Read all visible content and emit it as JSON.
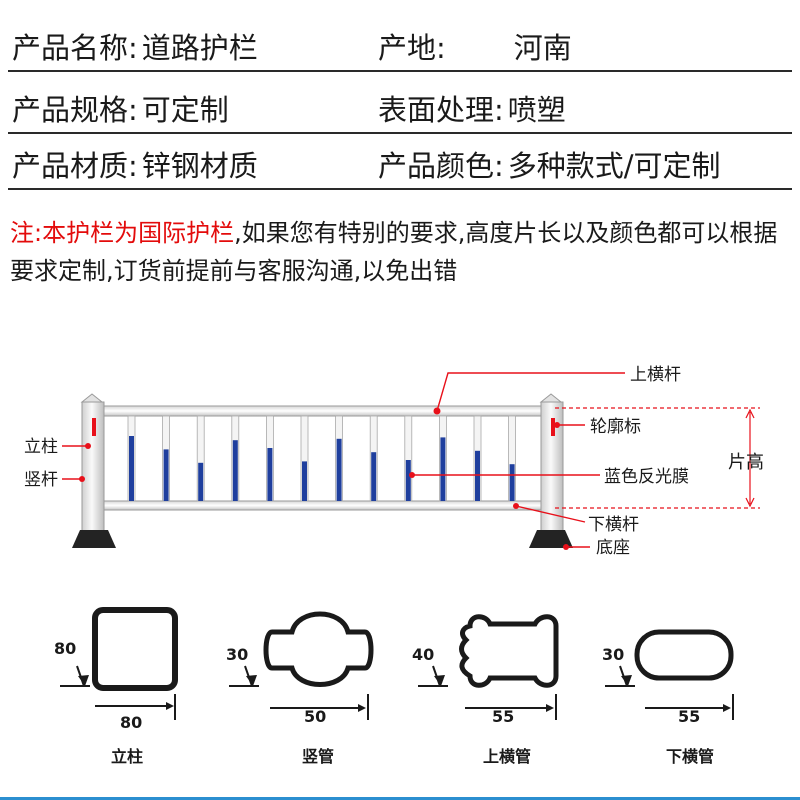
{
  "specs": [
    {
      "left": {
        "label": "产品名称:",
        "value": "道路护栏"
      },
      "right": {
        "label": "产地:",
        "value": "河南"
      }
    },
    {
      "left": {
        "label": "产品规格:",
        "value": "可定制"
      },
      "right": {
        "label": "表面处理:",
        "value": "喷塑"
      }
    },
    {
      "left": {
        "label": "产品材质:",
        "value": "锌钢材质"
      },
      "right": {
        "label": "产品颜色:",
        "value": "多种款式/可定制"
      }
    }
  ],
  "note": {
    "highlight": "注:本护栏为国际护栏",
    "rest": ",如果您有特别的要求,高度片长以及颜色都可以根据要求定制,订货前提前与客服沟通,以免出错"
  },
  "diagram": {
    "labels": {
      "post": "立柱",
      "picket": "竖杆",
      "top_rail": "上横杆",
      "reflector": "轮廓标",
      "height": "片高",
      "blue_film": "蓝色反光膜",
      "bottom_rail": "下横杆",
      "base": "底座"
    },
    "colors": {
      "leader": "#e8101a",
      "film": "#1f3f9e",
      "frame": "#e6e6e6",
      "base": "#222222"
    }
  },
  "profiles": [
    {
      "name": "立柱",
      "height": "80",
      "width": "80",
      "shape": "square"
    },
    {
      "name": "竖管",
      "height": "30",
      "width": "50",
      "shape": "lobed"
    },
    {
      "name": "上横管",
      "height": "40",
      "width": "55",
      "shape": "grooved"
    },
    {
      "name": "下横管",
      "height": "30",
      "width": "55",
      "shape": "oval"
    }
  ]
}
